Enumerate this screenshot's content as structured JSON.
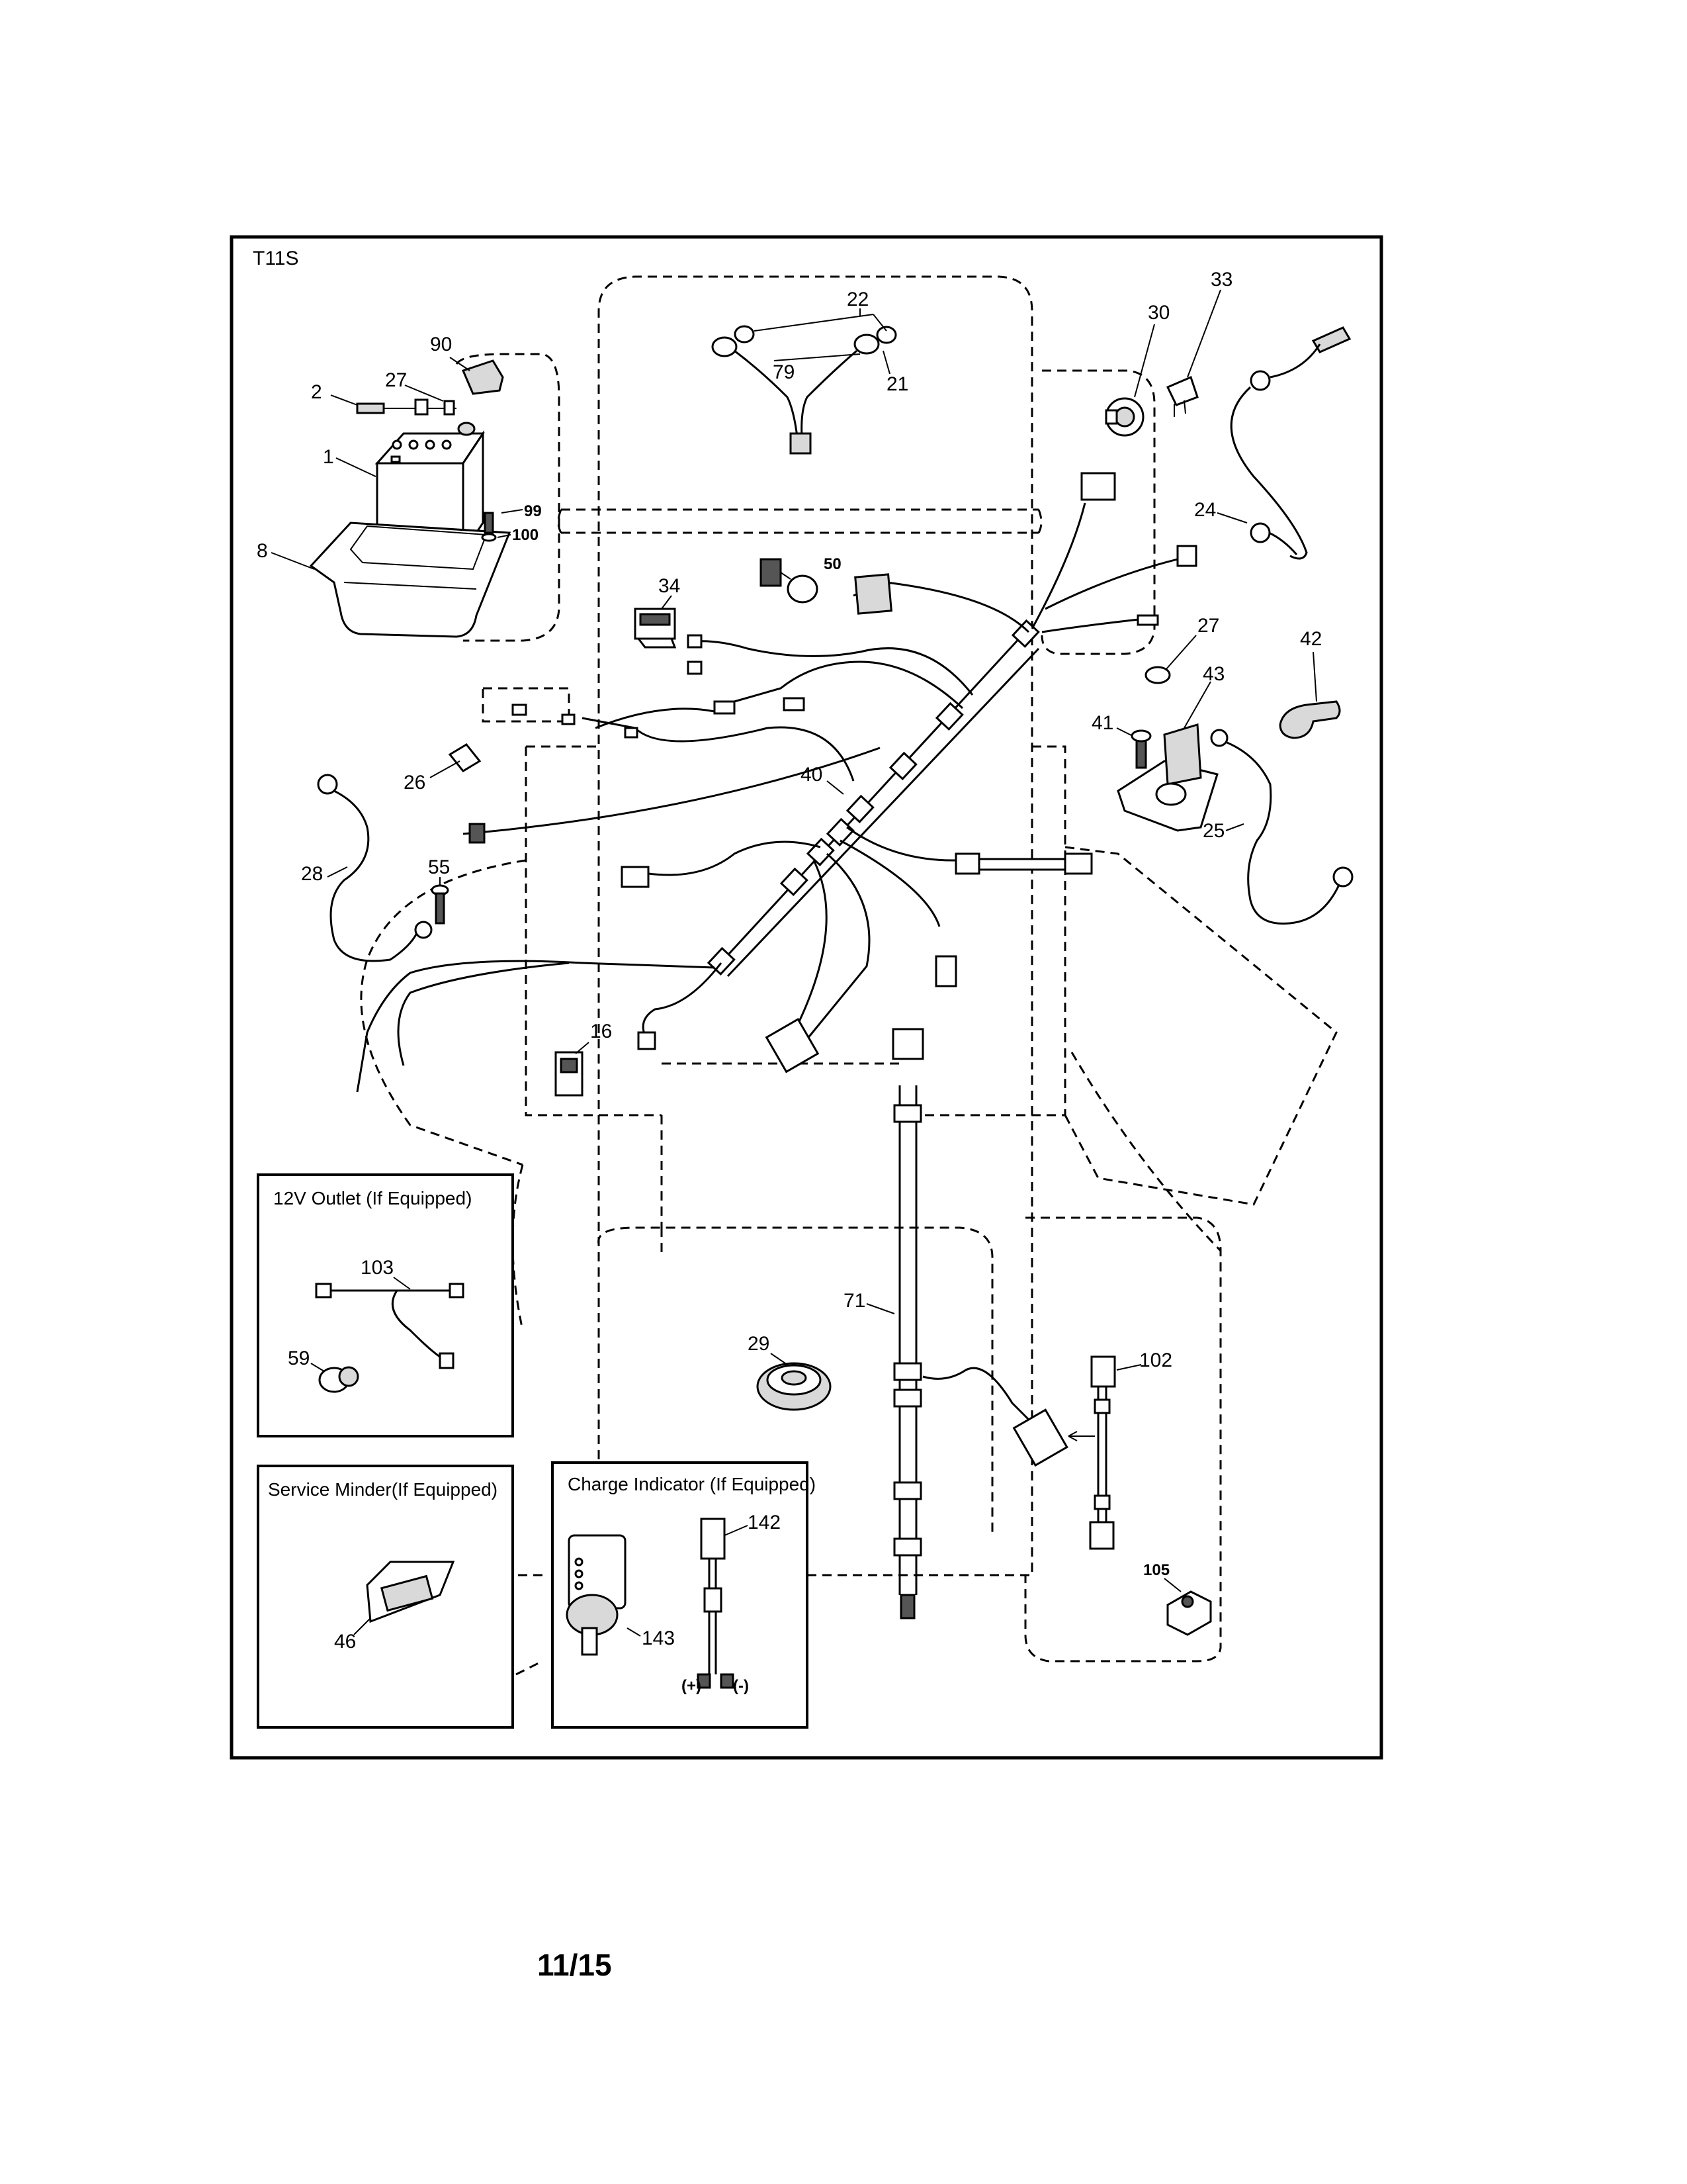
{
  "sheet": {
    "id": "T11S",
    "page": "11/15"
  },
  "insets": {
    "outlet": {
      "title": "12V Outlet (If Equipped)"
    },
    "service_minder": {
      "title": "Service Minder(If Equipped)"
    },
    "charge_indicator": {
      "title": "Charge Indicator (If Equipped)",
      "plus": "(+)",
      "minus": "(-)"
    }
  },
  "callouts": {
    "c1": "1",
    "c2": "2",
    "c8": "8",
    "c16": "16",
    "c21": "21",
    "c22": "22",
    "c24": "24",
    "c25": "25",
    "c26": "26",
    "c27a": "27",
    "c27b": "27",
    "c28": "28",
    "c29": "29",
    "c30": "30",
    "c33": "33",
    "c34": "34",
    "c40": "40",
    "c41": "41",
    "c42": "42",
    "c43": "43",
    "c46": "46",
    "c50": "50",
    "c55": "55",
    "c59": "59",
    "c71": "71",
    "c79": "79",
    "c90": "90",
    "c99": "99",
    "c100": "100",
    "c102": "102",
    "c103": "103",
    "c105": "105",
    "c142": "142",
    "c143": "143"
  }
}
